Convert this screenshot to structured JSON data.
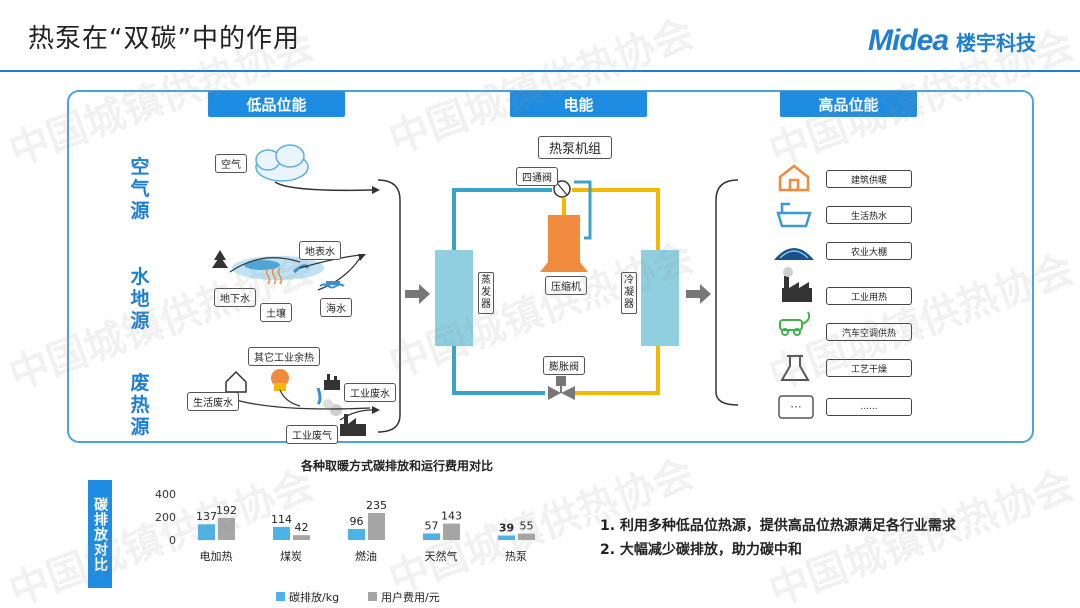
{
  "header": {
    "title": "热泵在“双碳”中的作用",
    "logo_mark": "Midea",
    "logo_sub": "楼宇科技"
  },
  "sections": {
    "low": "低品位能",
    "electric": "电能",
    "high": "高品位能"
  },
  "sources": {
    "air": {
      "title": "空气源",
      "items": [
        "空气"
      ]
    },
    "water_ground": {
      "title": "水地源",
      "items": [
        "地表水",
        "地下水",
        "土壤",
        "海水"
      ]
    },
    "waste_heat": {
      "title": "废热源",
      "items": [
        "其它工业余热",
        "生活废水",
        "工业废水",
        "工业废气"
      ]
    }
  },
  "heat_pump": {
    "unit": "热泵机组",
    "four_way_valve": "四通阀",
    "evaporator": "蒸发器",
    "compressor": "压缩机",
    "condenser": "冷凝器",
    "expansion_valve": "膨胀阀"
  },
  "uses": [
    "建筑供暖",
    "生活热水",
    "农业大棚",
    "工业用热",
    "汽车空调供热",
    "工艺干燥",
    "......"
  ],
  "colors": {
    "accent": "#1e8ce0",
    "cold_loop": "#3ba3c9",
    "hot_loop": "#f5b800",
    "compressor": "#f08a3c",
    "bar_carbon": "#4db3e6",
    "bar_cost": "#a6a6a6"
  },
  "chart_side_title": "碳排放对比",
  "chart_data": {
    "type": "bar",
    "title": "各种取暖方式碳排放和运行费用对比",
    "categories": [
      "电加热",
      "煤炭",
      "燃油",
      "天然气",
      "热泵"
    ],
    "series": [
      {
        "name": "碳排放/kg",
        "values": [
          137,
          114,
          96,
          57,
          39
        ]
      },
      {
        "name": "用户费用/元",
        "values": [
          192,
          42,
          235,
          143,
          55
        ]
      }
    ],
    "yticks": [
      "400",
      "200",
      "0"
    ],
    "ylim": [
      0,
      400
    ],
    "legend": "bottom"
  },
  "conclusions": [
    "1.  利用多种低品位热源，提供高品位热源满足各行业需求",
    "2.  大幅减少碳排放，助力碳中和"
  ],
  "watermark": "中国城镇供热协会"
}
